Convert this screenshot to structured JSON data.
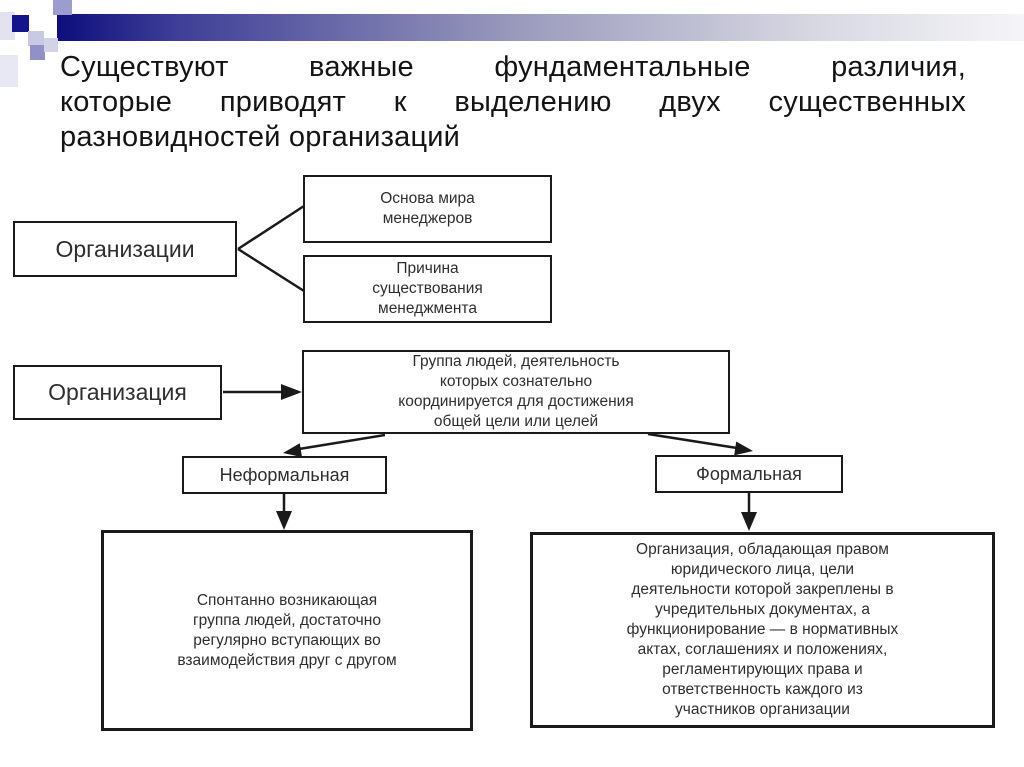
{
  "slide": {
    "title_lines": [
      "Существуют важные фундаментальные различия,",
      "которые приводят к выделению двух существенных",
      "разновидностей организаций"
    ]
  },
  "diagram": {
    "organizations": {
      "label": "Организации"
    },
    "basis": {
      "lines": [
        "Основа мира",
        "менеджеров"
      ]
    },
    "reason": {
      "lines": [
        "Причина",
        "существования",
        "менеджмента"
      ]
    },
    "organization": {
      "label": "Организация"
    },
    "definition": {
      "lines": [
        "Группа людей, деятельность",
        "которых сознательно",
        "координируется для достижения",
        "общей цели или целей"
      ]
    },
    "informal": {
      "label": "Неформальная"
    },
    "formal": {
      "label": "Формальная"
    },
    "informal_definition": {
      "lines": [
        "Спонтанно возникающая",
        "группа людей, достаточно",
        "регулярно вступающих во",
        "взаимодействия друг с другом"
      ]
    },
    "formal_definition": {
      "lines": [
        "Организация, обладающая правом",
        "юридического лица, цели",
        "деятельности которой закреплены в",
        "учредительных документах, а",
        "функционирование — в нормативных",
        "актах, соглашениях и положениях,",
        "регламентирующих права и",
        "ответственность каждого из",
        "участников организации"
      ]
    }
  },
  "colors": {
    "accent_navy": "#14148c",
    "bar_gradient_start": "#0d0d7c",
    "bar_gradient_mid": "#9b9bbd",
    "bar_gradient_end": "#f5f5f8",
    "box_border": "#1a1a1a",
    "text": "#2e2e2e",
    "background": "#ffffff"
  }
}
